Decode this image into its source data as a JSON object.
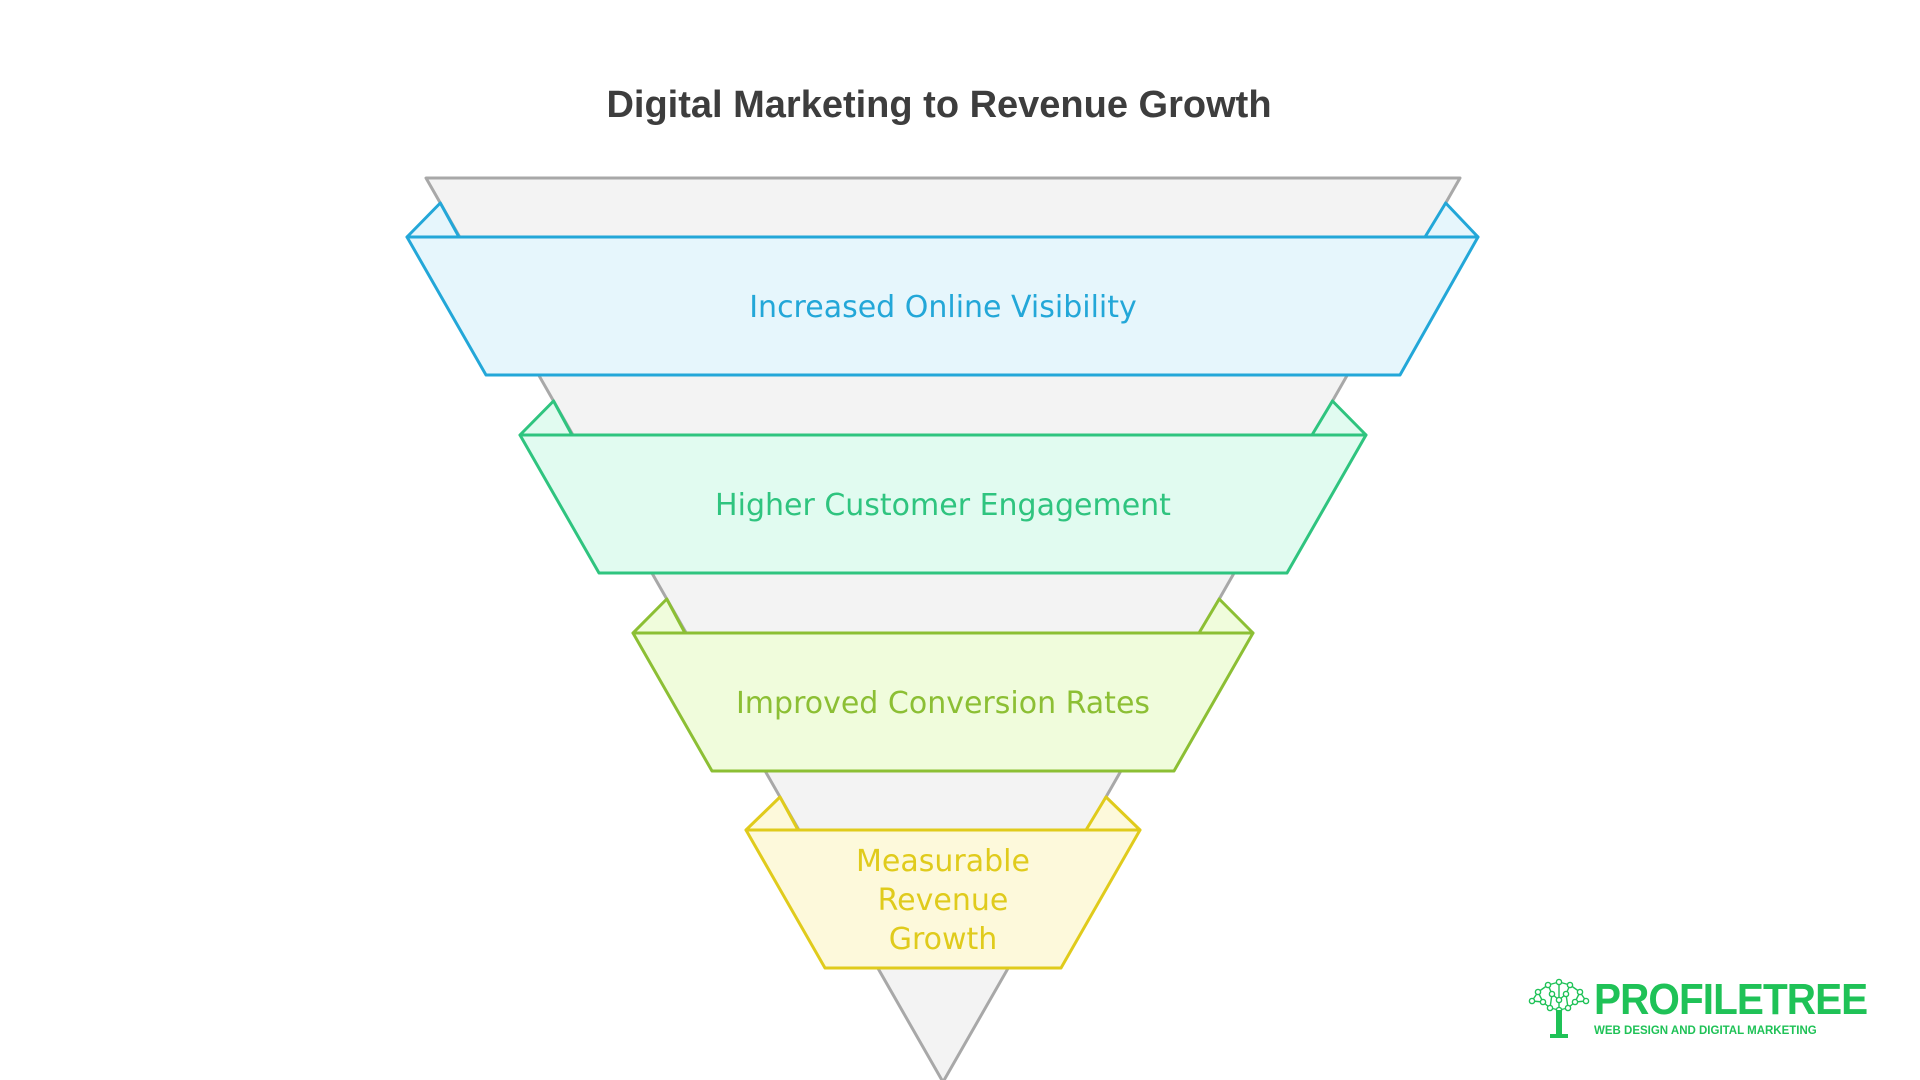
{
  "title": "Digital Marketing to Revenue Growth",
  "stages": [
    {
      "lines": [
        "Increased Online Visibility"
      ],
      "stroke": "#23a7d8",
      "fill": "#e6f6fc",
      "text_color": "#23a7d8"
    },
    {
      "lines": [
        "Higher Customer Engagement"
      ],
      "stroke": "#2fc47f",
      "fill": "#e1fbf0",
      "text_color": "#2fc47f"
    },
    {
      "lines": [
        "Improved Conversion Rates"
      ],
      "stroke": "#8cbf34",
      "fill": "#f0fcdc",
      "text_color": "#8cbf34"
    },
    {
      "lines": [
        "Measurable",
        "Revenue",
        "Growth"
      ],
      "stroke": "#e0cb1c",
      "fill": "#fdf9db",
      "text_color": "#e0cb1c"
    }
  ],
  "funnel_colors": {
    "back_fill": "#f3f3f3",
    "back_stroke": "#a8a8a8"
  },
  "logo": {
    "name": "PROFILETREE",
    "tagline": "WEB DESIGN AND DIGITAL MARKETING",
    "color": "#1fc257",
    "icon": "tree-network-icon"
  }
}
